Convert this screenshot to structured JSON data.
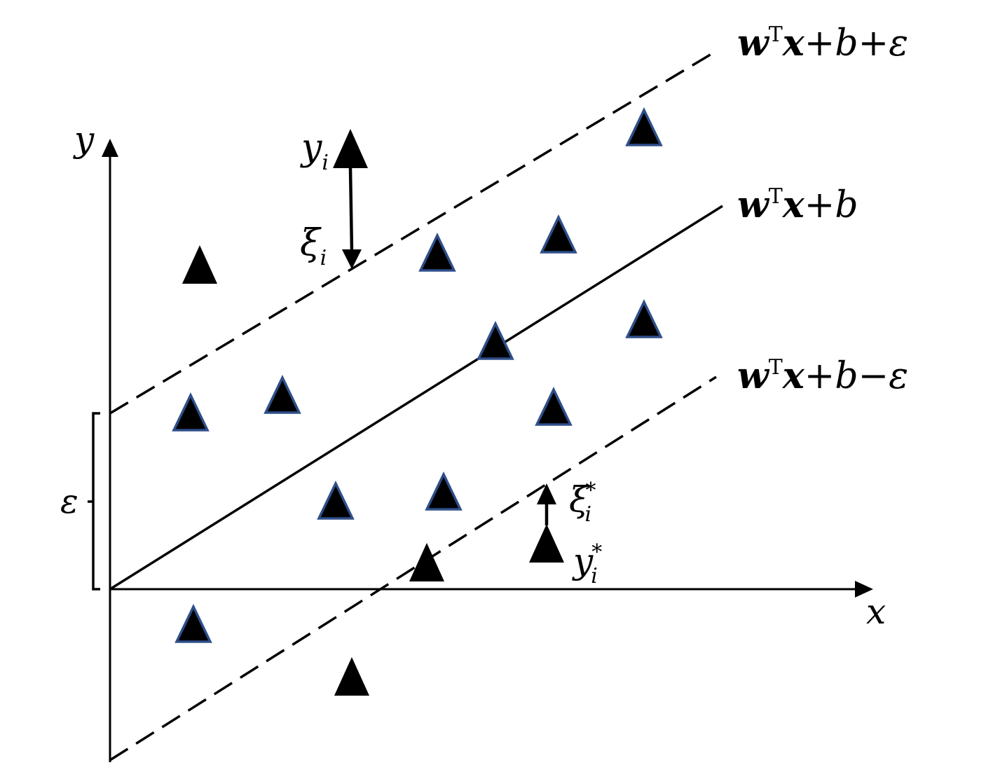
{
  "axes": {
    "x_label": "x",
    "y_label": "y"
  },
  "lines": {
    "upper": {
      "w": "w",
      "T": "T",
      "x": "x",
      "plus1": "+",
      "b": "b",
      "op2": "+",
      "eps": "ε"
    },
    "middle": {
      "w": "w",
      "T": "T",
      "x": "x",
      "plus1": "+",
      "b": "b"
    },
    "lower": {
      "w": "w",
      "T": "T",
      "x": "x",
      "plus1": "+",
      "b": "b",
      "op2": "−",
      "eps": "ε"
    }
  },
  "annotations": {
    "epsilon": "ε",
    "yi": {
      "base": "y",
      "sub": "i"
    },
    "xi": {
      "base": "ξ",
      "sub": "i"
    },
    "xi_star": {
      "base": "ξ",
      "sub": "i",
      "sup": "*"
    },
    "yi_star": {
      "base": "y",
      "sub": "i",
      "sup": "*"
    }
  },
  "style": {
    "triangle_fill": "#000000",
    "triangle_outline": "#2f4f8a",
    "line_color": "#000000"
  },
  "icons": {
    "triangle_marker": "filled-triangle",
    "arrow": "arrow-head"
  }
}
